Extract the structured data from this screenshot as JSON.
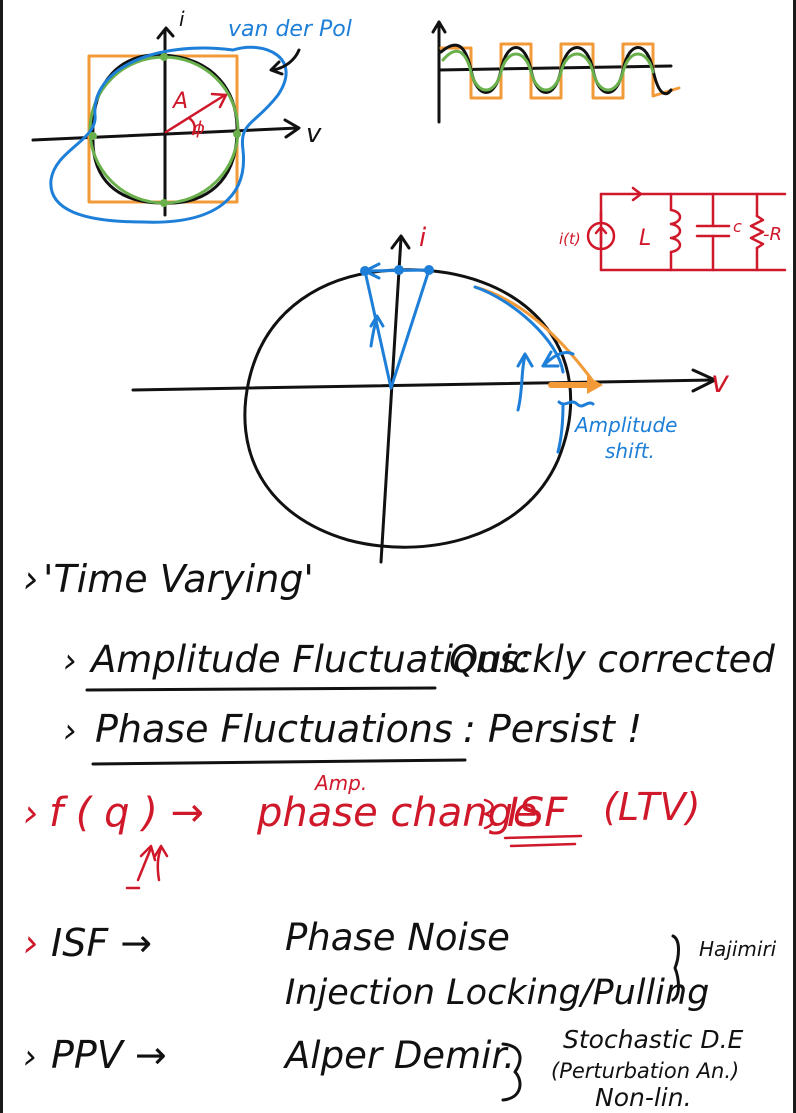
{
  "colors": {
    "ink": "#111111",
    "blue": "#1e7fd8",
    "orange": "#f29a38",
    "green": "#6ab04c",
    "red": "#d0182b"
  },
  "top_sketch": {
    "axis_i": "i",
    "axis_v": "v",
    "label_van_der_pol": "van der Pol",
    "amplitude": "A",
    "phase": "ϕ"
  },
  "circuit": {
    "source": "i(t)",
    "inductor": "L",
    "capacitor": "c",
    "resistor": "-R"
  },
  "middle_sketch": {
    "axis_i": "i",
    "axis_v": "v",
    "label_amplitude_shift_1": "Amplitude",
    "label_amplitude_shift_2": "shift."
  },
  "notes": {
    "line1": "'Time Varying'",
    "line2_a": "Amplitude Fluctuations:",
    "line2_b": "Quickly corrected",
    "line3_a": "Phase  Fluctuations",
    "line3_b": ":  Persist !",
    "line4_a": "f ( q ) →",
    "line4_amp": "Amp.",
    "line4_b": "phase change",
    "line4_c": "ISF",
    "line4_d": "(LTV)",
    "line5_a": "ISF  →",
    "line5_b": "Phase Noise",
    "line5_c": "Injection Locking/Pulling",
    "line5_d": "Hajimiri",
    "line6_a": "PPV  →",
    "line6_b": "Alper Demir.",
    "line6_c": "Stochastic D.E",
    "line6_d": "(Perturbation An.)",
    "line6_e": "Non-lin."
  }
}
